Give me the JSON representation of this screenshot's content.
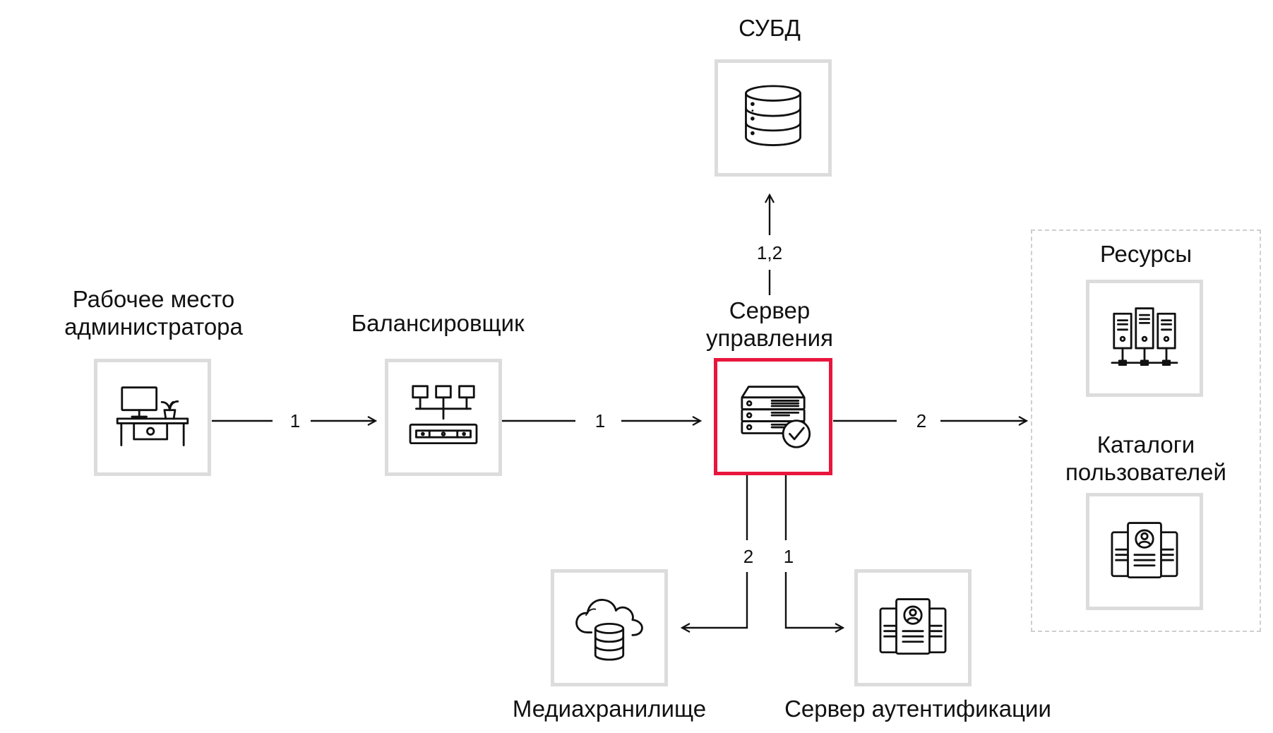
{
  "nodes": {
    "admin_workstation": {
      "label_line1": "Рабочее место",
      "label_line2": "администратора",
      "icon": "desk-computer-icon"
    },
    "balancer": {
      "label": "Балансировщик",
      "icon": "load-balancer-icon"
    },
    "management_server": {
      "label_line1": "Сервер",
      "label_line2": "управления",
      "icon": "server-check-icon"
    },
    "dbms": {
      "label": "СУБД",
      "icon": "database-icon"
    },
    "resources": {
      "label": "Ресурсы",
      "icon": "server-cluster-icon"
    },
    "user_catalogs": {
      "label_line1": "Каталоги",
      "label_line2": "пользователей",
      "icon": "user-cards-icon"
    },
    "media_storage": {
      "label": "Медиахранилище",
      "icon": "cloud-database-icon"
    },
    "auth_server": {
      "label": "Сервер аутентификации",
      "icon": "user-cards-icon"
    }
  },
  "edges": {
    "admin_to_balancer": "1",
    "balancer_to_server": "1",
    "server_to_dbms": "1,2",
    "server_to_resources": "2",
    "server_to_media": "2",
    "server_to_auth": "1"
  },
  "colors": {
    "box_border": "#dcdcdc",
    "active_border": "#e8163c",
    "line": "#111111",
    "group_border": "#cfcfcf"
  }
}
